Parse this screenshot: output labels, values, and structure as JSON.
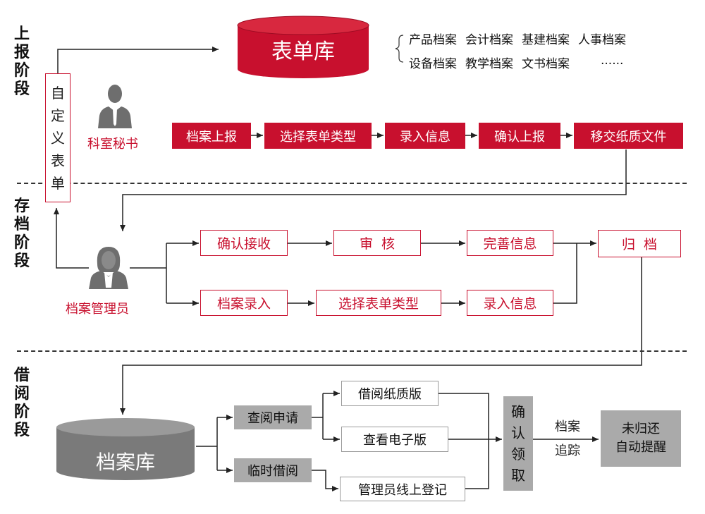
{
  "stages": {
    "report": [
      "上",
      "报",
      "阶",
      "段"
    ],
    "store": [
      "存",
      "档",
      "阶",
      "段"
    ],
    "borrow": [
      "借",
      "阅",
      "阶",
      "段"
    ]
  },
  "form_db": {
    "label": "表单库",
    "categories_row1": [
      "产品档案",
      "会计档案",
      "基建档案",
      "人事档案"
    ],
    "categories_row2": [
      "设备档案",
      "教学档案",
      "文书档案",
      "......"
    ]
  },
  "custom_form": [
    "自",
    "定",
    "义",
    "表",
    "单"
  ],
  "roles": {
    "secretary": "科室秘书",
    "archivist": "档案管理员"
  },
  "report_flow": [
    "档案上报",
    "选择表单类型",
    "录入信息",
    "确认上报",
    "移交纸质文件"
  ],
  "store_flow_top": [
    "确认接收",
    "审  核",
    "完善信息"
  ],
  "store_flow_bottom": [
    "档案录入",
    "选择表单类型",
    "录入信息"
  ],
  "archive_label": "归  档",
  "archive_db": "档案库",
  "borrow": {
    "apply": "查阅申请",
    "temp": "临时借阅",
    "paper": "借阅纸质版",
    "electronic": "查看电子版",
    "online": "管理员线上登记",
    "confirm": [
      "确",
      "认",
      "领",
      "取"
    ],
    "track": [
      "档案",
      "追踪"
    ],
    "remind": [
      "未归还",
      "自动提醒"
    ]
  },
  "colors": {
    "accent": "#c8102e",
    "gray": "#aaaaaa",
    "dark_gray": "#6e6e6e"
  }
}
